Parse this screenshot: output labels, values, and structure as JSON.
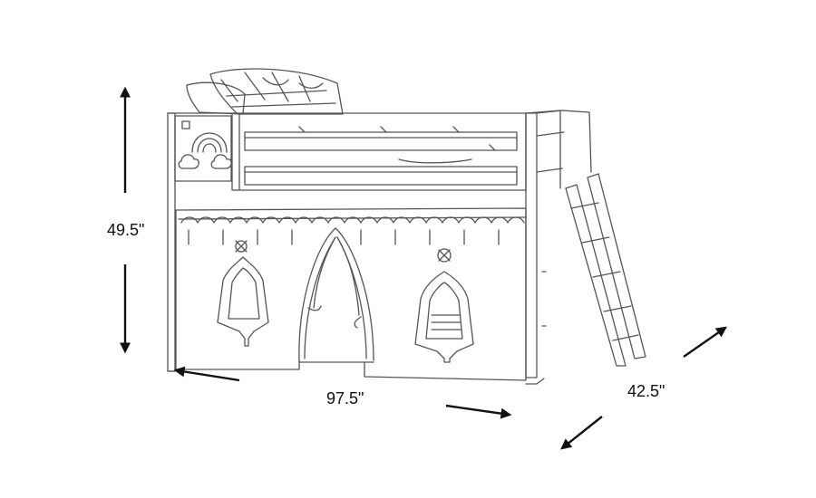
{
  "dimensions": {
    "height": "49.5\"",
    "width": "97.5\"",
    "depth": "42.5\""
  },
  "colors": {
    "line": "#555555",
    "arrow": "#111111",
    "background": "#ffffff"
  }
}
